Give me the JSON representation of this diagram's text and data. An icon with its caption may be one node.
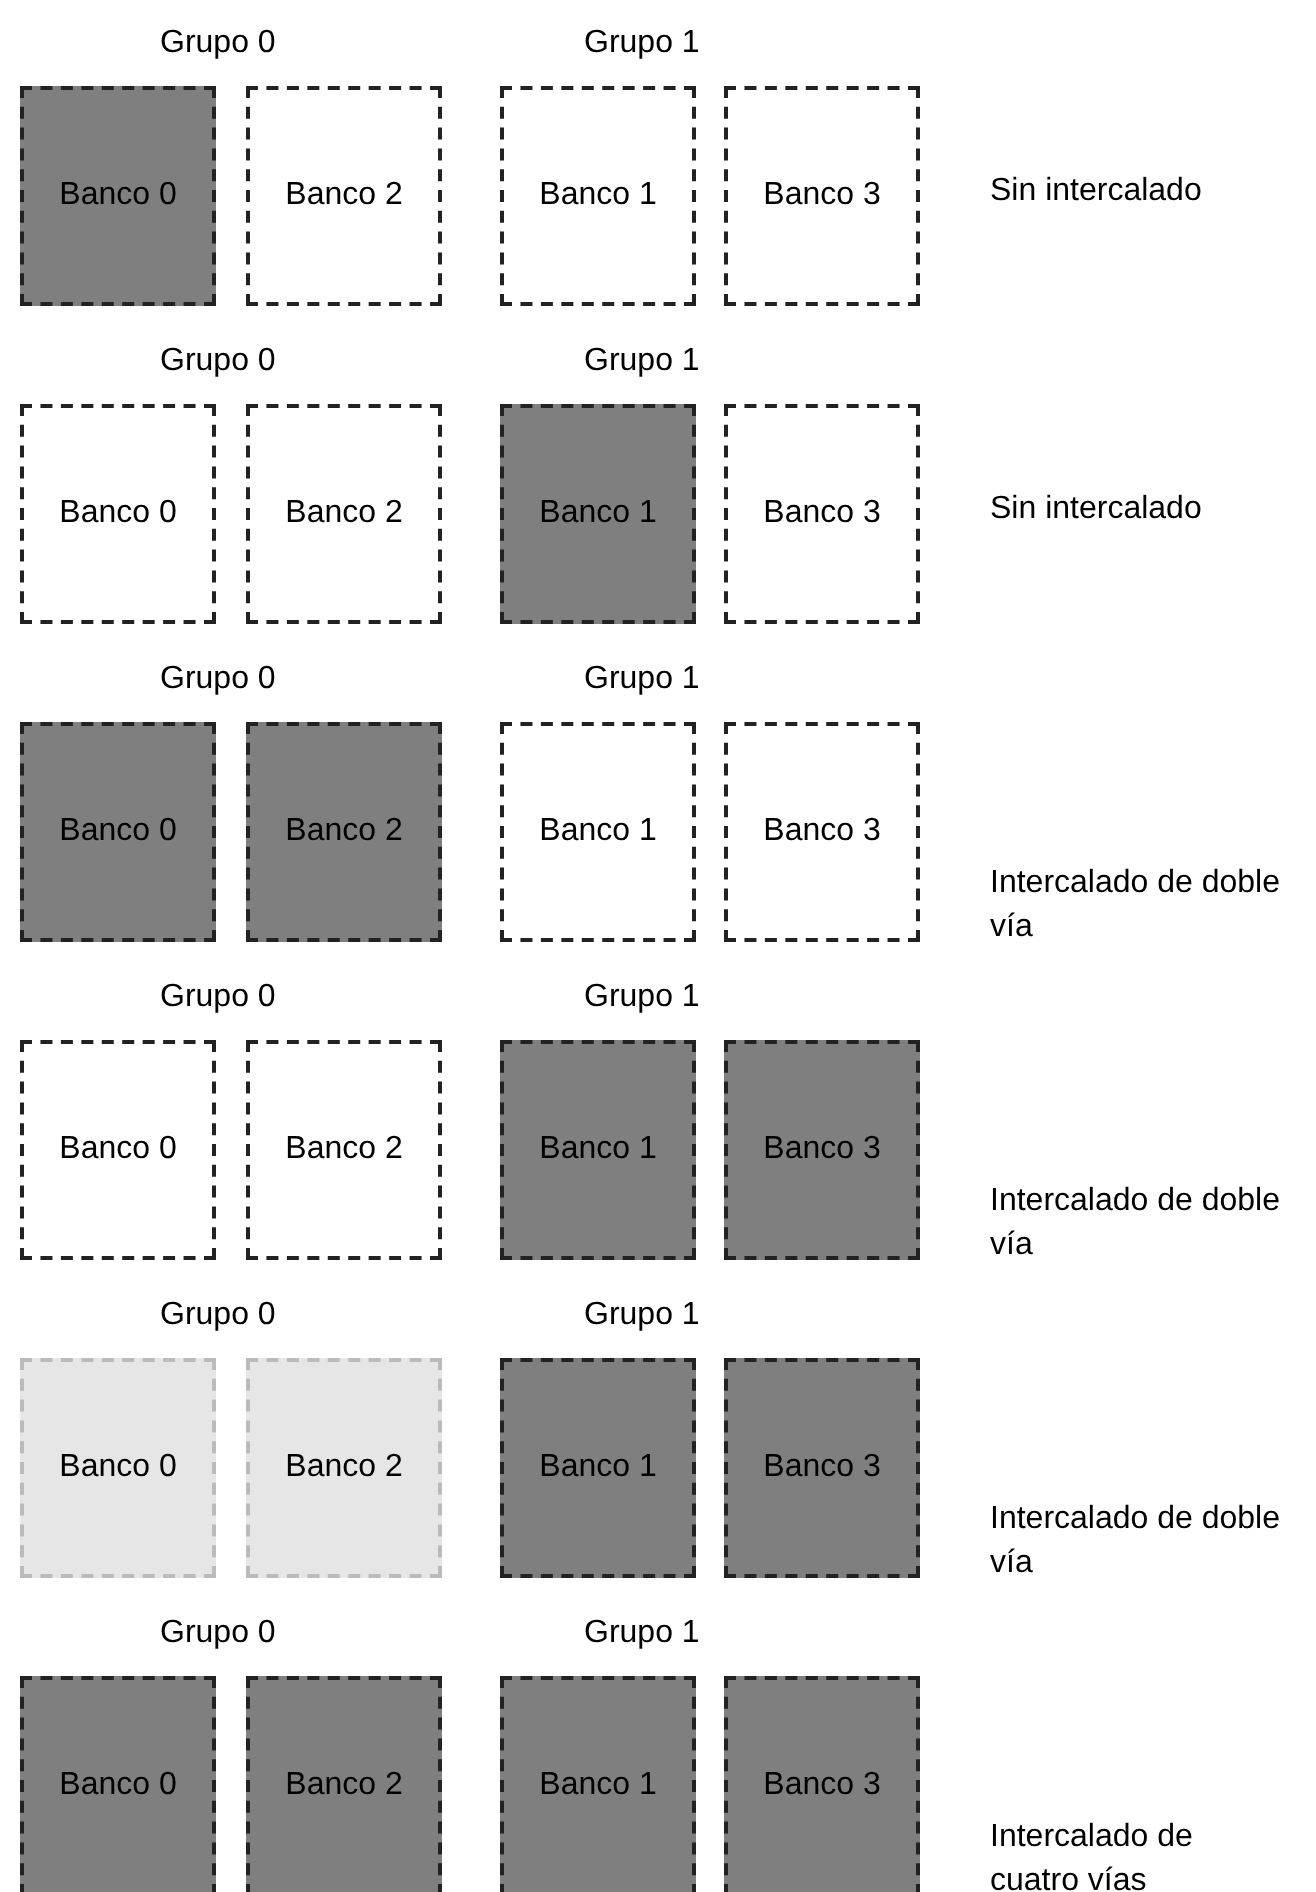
{
  "diagram": {
    "nodes": [
      {
        "text": [
          "Banco 0"
        ]
      },
      {
        "text": [
          "Banco 2"
        ]
      },
      {
        "text": [
          "Banco 1"
        ]
      },
      {
        "text": [
          "Banco 3"
        ]
      },
      {
        "text": [
          "Banco 0"
        ]
      },
      {
        "text": [
          "Banco 2"
        ]
      },
      {
        "text": [
          "Banco 1"
        ]
      },
      {
        "text": [
          "Banco 3"
        ]
      },
      {
        "text": [
          "Banco 0"
        ]
      },
      {
        "text": [
          "Banco 2"
        ]
      },
      {
        "text": [
          "Banco 1"
        ]
      },
      {
        "text": [
          "Banco 3"
        ]
      },
      {
        "text": [
          "Banco 0"
        ]
      },
      {
        "text": [
          "Banco 2"
        ]
      },
      {
        "text": [
          "Banco 1"
        ]
      },
      {
        "text": [
          "Banco 3"
        ]
      },
      {
        "text": [
          "Banco 0"
        ]
      },
      {
        "text": [
          "Banco 2"
        ]
      },
      {
        "text": [
          "Banco 1"
        ]
      },
      {
        "text": [
          "Banco 3"
        ]
      },
      {
        "text": [
          "Banco 0"
        ]
      },
      {
        "text": [
          "Banco 2"
        ]
      },
      {
        "text": [
          "Banco 1"
        ]
      },
      {
        "text": [
          "Banco 3"
        ]
      }
    ],
    "labels": [
      "Grupo 0",
      "Grupo 1",
      "Sin intercalado",
      "Grupo 0",
      "Grupo 1",
      "Sin intercalado",
      "Grupo 0",
      "Grupo 1",
      "Intercalado de doble vía",
      "Grupo 0",
      "Grupo 1",
      "Intercalado de doble vía",
      "Grupo 0",
      "Grupo 1",
      "Intercalado de doble vía",
      "Grupo 0",
      "Grupo 1",
      "Intercalado de cuatro vías"
    ]
  }
}
